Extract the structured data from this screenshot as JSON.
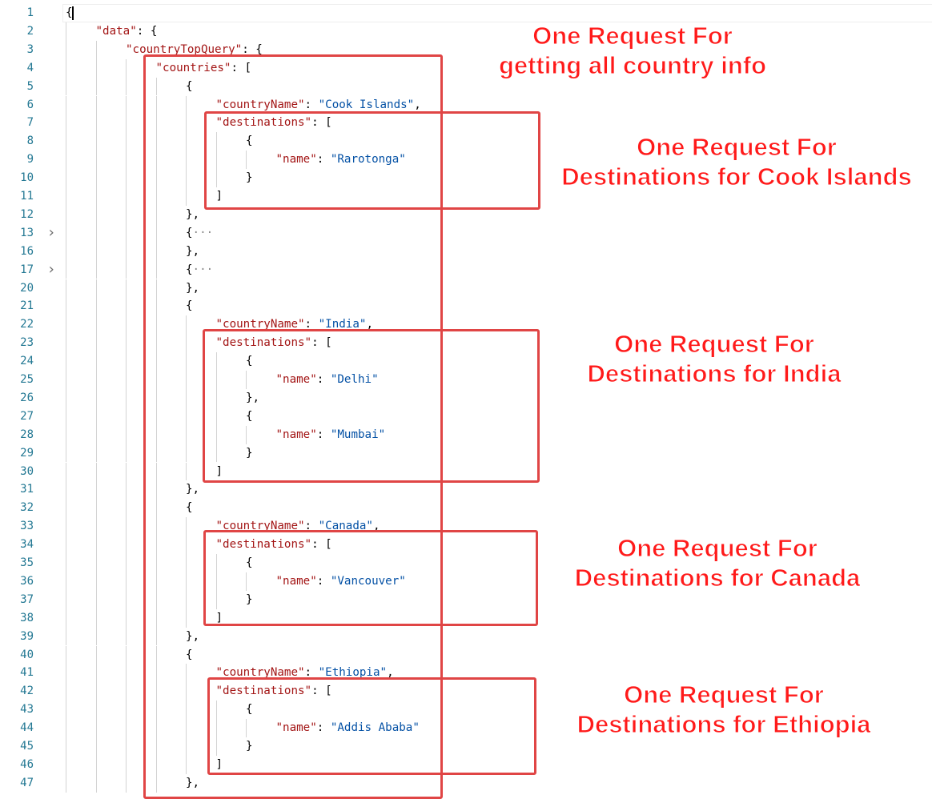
{
  "colors": {
    "line_number": "#237893",
    "json_key": "#a31515",
    "json_string": "#0451a5",
    "punctuation": "#000000",
    "annotation": "#e04545"
  },
  "editor": {
    "lines": [
      {
        "n": "1",
        "indent": 0,
        "fold": "",
        "parts": [
          {
            "t": "{",
            "c": "p"
          }
        ]
      },
      {
        "n": "2",
        "indent": 1,
        "fold": "",
        "parts": [
          {
            "t": "\"data\"",
            "c": "k"
          },
          {
            "t": ": {",
            "c": "p"
          }
        ]
      },
      {
        "n": "3",
        "indent": 2,
        "fold": "",
        "parts": [
          {
            "t": "\"countryTopQuery\"",
            "c": "k"
          },
          {
            "t": ": {",
            "c": "p"
          }
        ]
      },
      {
        "n": "4",
        "indent": 3,
        "fold": "",
        "parts": [
          {
            "t": "\"countries\"",
            "c": "k"
          },
          {
            "t": ": [",
            "c": "p"
          }
        ]
      },
      {
        "n": "5",
        "indent": 4,
        "fold": "",
        "parts": [
          {
            "t": "{",
            "c": "p"
          }
        ]
      },
      {
        "n": "6",
        "indent": 5,
        "fold": "",
        "parts": [
          {
            "t": "\"countryName\"",
            "c": "k"
          },
          {
            "t": ": ",
            "c": "p"
          },
          {
            "t": "\"Cook Islands\"",
            "c": "s"
          },
          {
            "t": ",",
            "c": "p"
          }
        ]
      },
      {
        "n": "7",
        "indent": 5,
        "fold": "",
        "parts": [
          {
            "t": "\"destinations\"",
            "c": "k"
          },
          {
            "t": ": [",
            "c": "p"
          }
        ]
      },
      {
        "n": "8",
        "indent": 6,
        "fold": "",
        "parts": [
          {
            "t": "{",
            "c": "p"
          }
        ]
      },
      {
        "n": "9",
        "indent": 7,
        "fold": "",
        "parts": [
          {
            "t": "\"name\"",
            "c": "k"
          },
          {
            "t": ": ",
            "c": "p"
          },
          {
            "t": "\"Rarotonga\"",
            "c": "s"
          }
        ]
      },
      {
        "n": "10",
        "indent": 6,
        "fold": "",
        "parts": [
          {
            "t": "}",
            "c": "p"
          }
        ]
      },
      {
        "n": "11",
        "indent": 5,
        "fold": "",
        "parts": [
          {
            "t": "]",
            "c": "p"
          }
        ]
      },
      {
        "n": "12",
        "indent": 4,
        "fold": "",
        "parts": [
          {
            "t": "},",
            "c": "p"
          }
        ]
      },
      {
        "n": "13",
        "indent": 4,
        "fold": ">",
        "parts": [
          {
            "t": "{",
            "c": "p"
          },
          {
            "t": "···",
            "c": "dots"
          }
        ]
      },
      {
        "n": "16",
        "indent": 4,
        "fold": "",
        "parts": [
          {
            "t": "},",
            "c": "p"
          }
        ]
      },
      {
        "n": "17",
        "indent": 4,
        "fold": ">",
        "parts": [
          {
            "t": "{",
            "c": "p"
          },
          {
            "t": "···",
            "c": "dots"
          }
        ]
      },
      {
        "n": "20",
        "indent": 4,
        "fold": "",
        "parts": [
          {
            "t": "},",
            "c": "p"
          }
        ]
      },
      {
        "n": "21",
        "indent": 4,
        "fold": "",
        "parts": [
          {
            "t": "{",
            "c": "p"
          }
        ]
      },
      {
        "n": "22",
        "indent": 5,
        "fold": "",
        "parts": [
          {
            "t": "\"countryName\"",
            "c": "k"
          },
          {
            "t": ": ",
            "c": "p"
          },
          {
            "t": "\"India\"",
            "c": "s"
          },
          {
            "t": ",",
            "c": "p"
          }
        ]
      },
      {
        "n": "23",
        "indent": 5,
        "fold": "",
        "parts": [
          {
            "t": "\"destinations\"",
            "c": "k"
          },
          {
            "t": ": [",
            "c": "p"
          }
        ]
      },
      {
        "n": "24",
        "indent": 6,
        "fold": "",
        "parts": [
          {
            "t": "{",
            "c": "p"
          }
        ]
      },
      {
        "n": "25",
        "indent": 7,
        "fold": "",
        "parts": [
          {
            "t": "\"name\"",
            "c": "k"
          },
          {
            "t": ": ",
            "c": "p"
          },
          {
            "t": "\"Delhi\"",
            "c": "s"
          }
        ]
      },
      {
        "n": "26",
        "indent": 6,
        "fold": "",
        "parts": [
          {
            "t": "},",
            "c": "p"
          }
        ]
      },
      {
        "n": "27",
        "indent": 6,
        "fold": "",
        "parts": [
          {
            "t": "{",
            "c": "p"
          }
        ]
      },
      {
        "n": "28",
        "indent": 7,
        "fold": "",
        "parts": [
          {
            "t": "\"name\"",
            "c": "k"
          },
          {
            "t": ": ",
            "c": "p"
          },
          {
            "t": "\"Mumbai\"",
            "c": "s"
          }
        ]
      },
      {
        "n": "29",
        "indent": 6,
        "fold": "",
        "parts": [
          {
            "t": "}",
            "c": "p"
          }
        ]
      },
      {
        "n": "30",
        "indent": 5,
        "fold": "",
        "parts": [
          {
            "t": "]",
            "c": "p"
          }
        ]
      },
      {
        "n": "31",
        "indent": 4,
        "fold": "",
        "parts": [
          {
            "t": "},",
            "c": "p"
          }
        ]
      },
      {
        "n": "32",
        "indent": 4,
        "fold": "",
        "parts": [
          {
            "t": "{",
            "c": "p"
          }
        ]
      },
      {
        "n": "33",
        "indent": 5,
        "fold": "",
        "parts": [
          {
            "t": "\"countryName\"",
            "c": "k"
          },
          {
            "t": ": ",
            "c": "p"
          },
          {
            "t": "\"Canada\"",
            "c": "s"
          },
          {
            "t": ",",
            "c": "p"
          }
        ]
      },
      {
        "n": "34",
        "indent": 5,
        "fold": "",
        "parts": [
          {
            "t": "\"destinations\"",
            "c": "k"
          },
          {
            "t": ": [",
            "c": "p"
          }
        ]
      },
      {
        "n": "35",
        "indent": 6,
        "fold": "",
        "parts": [
          {
            "t": "{",
            "c": "p"
          }
        ]
      },
      {
        "n": "36",
        "indent": 7,
        "fold": "",
        "parts": [
          {
            "t": "\"name\"",
            "c": "k"
          },
          {
            "t": ": ",
            "c": "p"
          },
          {
            "t": "\"Vancouver\"",
            "c": "s"
          }
        ]
      },
      {
        "n": "37",
        "indent": 6,
        "fold": "",
        "parts": [
          {
            "t": "}",
            "c": "p"
          }
        ]
      },
      {
        "n": "38",
        "indent": 5,
        "fold": "",
        "parts": [
          {
            "t": "]",
            "c": "p"
          }
        ]
      },
      {
        "n": "39",
        "indent": 4,
        "fold": "",
        "parts": [
          {
            "t": "},",
            "c": "p"
          }
        ]
      },
      {
        "n": "40",
        "indent": 4,
        "fold": "",
        "parts": [
          {
            "t": "{",
            "c": "p"
          }
        ]
      },
      {
        "n": "41",
        "indent": 5,
        "fold": "",
        "parts": [
          {
            "t": "\"countryName\"",
            "c": "k"
          },
          {
            "t": ": ",
            "c": "p"
          },
          {
            "t": "\"Ethiopia\"",
            "c": "s"
          },
          {
            "t": ",",
            "c": "p"
          }
        ]
      },
      {
        "n": "42",
        "indent": 5,
        "fold": "",
        "parts": [
          {
            "t": "\"destinations\"",
            "c": "k"
          },
          {
            "t": ": [",
            "c": "p"
          }
        ]
      },
      {
        "n": "43",
        "indent": 6,
        "fold": "",
        "parts": [
          {
            "t": "{",
            "c": "p"
          }
        ]
      },
      {
        "n": "44",
        "indent": 7,
        "fold": "",
        "parts": [
          {
            "t": "\"name\"",
            "c": "k"
          },
          {
            "t": ": ",
            "c": "p"
          },
          {
            "t": "\"Addis Ababa\"",
            "c": "s"
          }
        ]
      },
      {
        "n": "45",
        "indent": 6,
        "fold": "",
        "parts": [
          {
            "t": "}",
            "c": "p"
          }
        ]
      },
      {
        "n": "46",
        "indent": 5,
        "fold": "",
        "parts": [
          {
            "t": "]",
            "c": "p"
          }
        ]
      },
      {
        "n": "47",
        "indent": 4,
        "fold": "",
        "parts": [
          {
            "t": "},",
            "c": "p"
          }
        ]
      }
    ]
  },
  "annotations": {
    "countries": {
      "line1": "One Request For",
      "line2": "getting all country info"
    },
    "cook_islands": {
      "line1": "One Request For",
      "line2": "Destinations for Cook Islands"
    },
    "india": {
      "line1": "One Request For",
      "line2": "Destinations for India"
    },
    "canada": {
      "line1": "One Request For",
      "line2": "Destinations for Canada"
    },
    "ethiopia": {
      "line1": "One Request For",
      "line2": "Destinations for Ethiopia"
    }
  }
}
